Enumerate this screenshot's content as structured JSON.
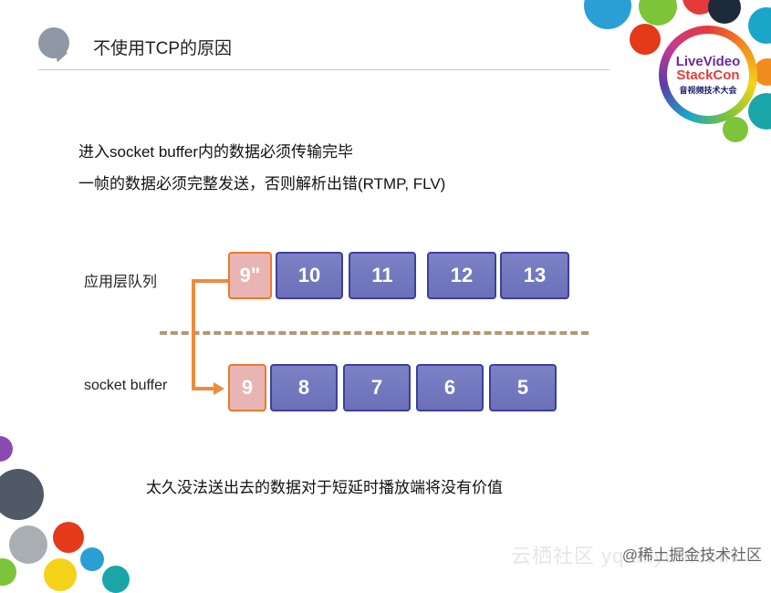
{
  "header": {
    "title": "不使用TCP的原因"
  },
  "logo": {
    "line1": "LiveVideo",
    "line2": "StackCon",
    "line3": "音视频技术大会"
  },
  "body": {
    "line1": "进入socket buffer内的数据必须传输完毕",
    "line2": "一帧的数据必须完整发送，否则解析出错(RTMP, FLV)"
  },
  "diagram": {
    "app_queue_label": "应用层队列",
    "socket_buffer_label": "socket buffer",
    "app_queue": [
      "9\"",
      "10",
      "11",
      "12",
      "13"
    ],
    "socket_buffer": [
      "9",
      "8",
      "7",
      "6",
      "5"
    ]
  },
  "footer": {
    "note": "太久没法送出去的数据对于短延时播放端将没有价值"
  },
  "watermark": {
    "text": "@稀土掘金技术社区",
    "bg_text": "云栖社区 yq.aliyun.com"
  },
  "colors": {
    "packet_fill": "#7479be",
    "packet_border": "#3d3f9e",
    "pending_fill": "#e9b4b4",
    "pending_border": "#ec7a2a",
    "arrow": "#ef8a3c"
  }
}
